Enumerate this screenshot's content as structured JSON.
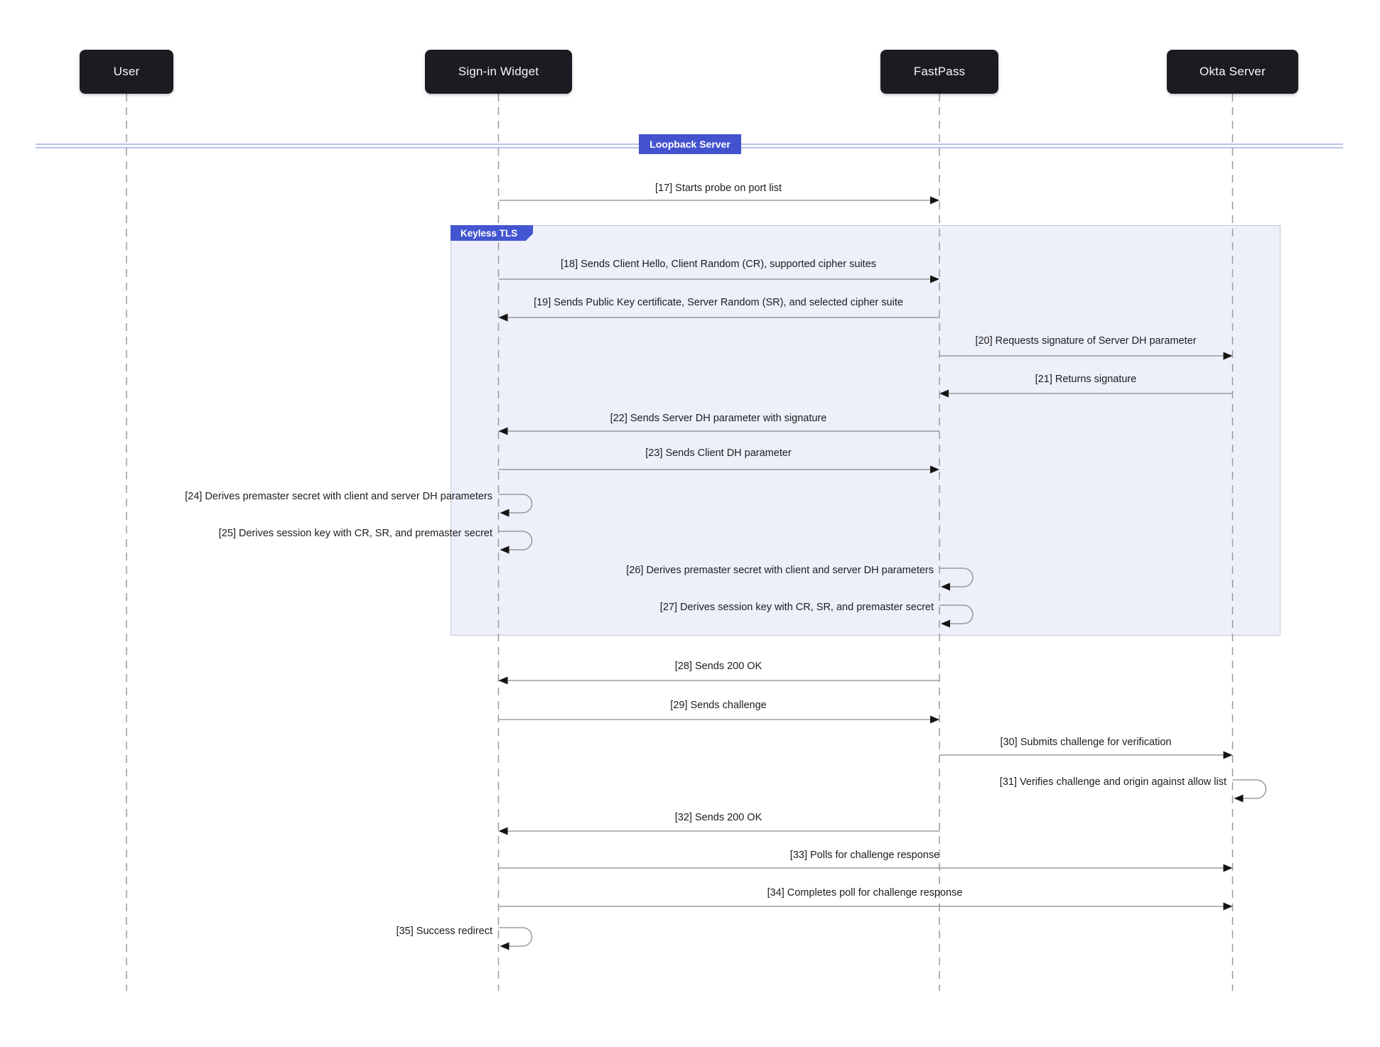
{
  "diagram": {
    "type": "sequence-diagram",
    "actors": [
      {
        "name": "User"
      },
      {
        "name": "Sign-in Widget"
      },
      {
        "name": "FastPass"
      },
      {
        "name": "Okta Server"
      }
    ],
    "divider": {
      "label": "Loopback Server"
    },
    "fragment": {
      "label": "Keyless TLS"
    },
    "messages": [
      {
        "seq": "17",
        "label": "[17] Starts probe on port list",
        "from": "Sign-in Widget",
        "to": "FastPass",
        "kind": "message"
      },
      {
        "seq": "18",
        "label": "[18] Sends Client Hello, Client Random (CR), supported cipher suites",
        "from": "Sign-in Widget",
        "to": "FastPass",
        "kind": "message"
      },
      {
        "seq": "19",
        "label": "[19] Sends Public Key certificate, Server Random (SR), and selected cipher suite",
        "from": "FastPass",
        "to": "Sign-in Widget",
        "kind": "message"
      },
      {
        "seq": "20",
        "label": "[20] Requests signature of Server DH parameter",
        "from": "FastPass",
        "to": "Okta Server",
        "kind": "message"
      },
      {
        "seq": "21",
        "label": "[21] Returns signature",
        "from": "Okta Server",
        "to": "FastPass",
        "kind": "message"
      },
      {
        "seq": "22",
        "label": "[22] Sends Server DH parameter with signature",
        "from": "FastPass",
        "to": "Sign-in Widget",
        "kind": "message"
      },
      {
        "seq": "23",
        "label": "[23] Sends Client DH parameter",
        "from": "Sign-in Widget",
        "to": "FastPass",
        "kind": "message"
      },
      {
        "seq": "24",
        "label": "[24] Derives premaster secret with client and server DH parameters",
        "from": "Sign-in Widget",
        "to": "Sign-in Widget",
        "kind": "self"
      },
      {
        "seq": "25",
        "label": "[25] Derives session key with CR, SR, and premaster secret",
        "from": "Sign-in Widget",
        "to": "Sign-in Widget",
        "kind": "self"
      },
      {
        "seq": "26",
        "label": "[26] Derives premaster secret with client and server DH parameters",
        "from": "FastPass",
        "to": "FastPass",
        "kind": "self"
      },
      {
        "seq": "27",
        "label": "[27] Derives session key with CR, SR, and premaster secret",
        "from": "FastPass",
        "to": "FastPass",
        "kind": "self"
      },
      {
        "seq": "28",
        "label": "[28] Sends 200 OK",
        "from": "FastPass",
        "to": "Sign-in Widget",
        "kind": "message"
      },
      {
        "seq": "29",
        "label": "[29] Sends challenge",
        "from": "Sign-in Widget",
        "to": "FastPass",
        "kind": "message"
      },
      {
        "seq": "30",
        "label": "[30] Submits challenge for verification",
        "from": "FastPass",
        "to": "Okta Server",
        "kind": "message"
      },
      {
        "seq": "31",
        "label": "[31] Verifies challenge and origin against allow list",
        "from": "Okta Server",
        "to": "Okta Server",
        "kind": "self"
      },
      {
        "seq": "32",
        "label": "[32] Sends 200 OK",
        "from": "FastPass",
        "to": "Sign-in Widget",
        "kind": "message"
      },
      {
        "seq": "33",
        "label": "[33] Polls for challenge response",
        "from": "Sign-in Widget",
        "to": "Okta Server",
        "kind": "message"
      },
      {
        "seq": "34",
        "label": "[34] Completes poll for challenge response",
        "from": "Sign-in Widget",
        "to": "Okta Server",
        "kind": "message"
      },
      {
        "seq": "35",
        "label": "[35] Success redirect",
        "from": "Sign-in Widget",
        "to": "Sign-in Widget",
        "kind": "self"
      }
    ],
    "colors": {
      "actor_box": "#1b1c21",
      "actor_text": "#f7f7f7",
      "accent_blue": "#4355d0",
      "divider_line": "#a2aee8",
      "fragment_fill": "#edeffa",
      "fragment_border": "#c6c9db",
      "message_line": "#898989",
      "arrowhead": "#141414",
      "lifeline": "#9a9a9a",
      "label_text": "#1d1d1d"
    }
  }
}
